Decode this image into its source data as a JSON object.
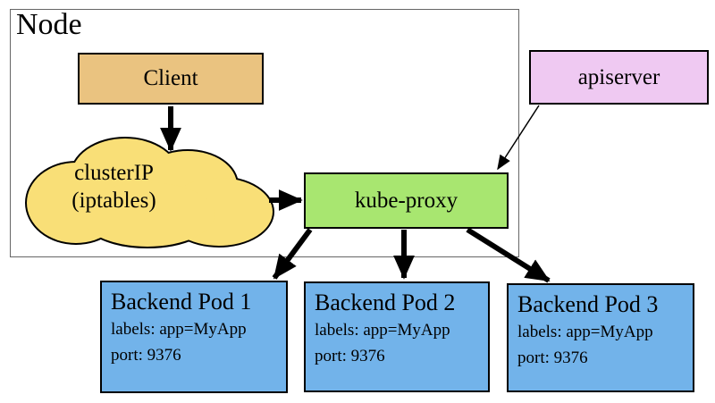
{
  "colors": {
    "client_fill": "#EAC380",
    "cloud_fill": "#F9DF77",
    "kube_proxy_fill": "#A8E670",
    "apiserver_fill": "#EFC9F2",
    "pod_fill": "#72B3EA",
    "arrow": "#000000",
    "node_border": "#666666"
  },
  "node": {
    "label": "Node"
  },
  "client": {
    "label": "Client"
  },
  "cluster_ip": {
    "line1": "clusterIP",
    "line2": "(iptables)"
  },
  "kube_proxy": {
    "label": "kube-proxy"
  },
  "apiserver": {
    "label": "apiserver"
  },
  "pods": [
    {
      "title": "Backend Pod 1",
      "labels": "labels: app=MyApp",
      "port": "port: 9376"
    },
    {
      "title": "Backend Pod 2",
      "labels": "labels: app=MyApp",
      "port": "port: 9376"
    },
    {
      "title": "Backend Pod 3",
      "labels": "labels: app=MyApp",
      "port": "port: 9376"
    }
  ]
}
